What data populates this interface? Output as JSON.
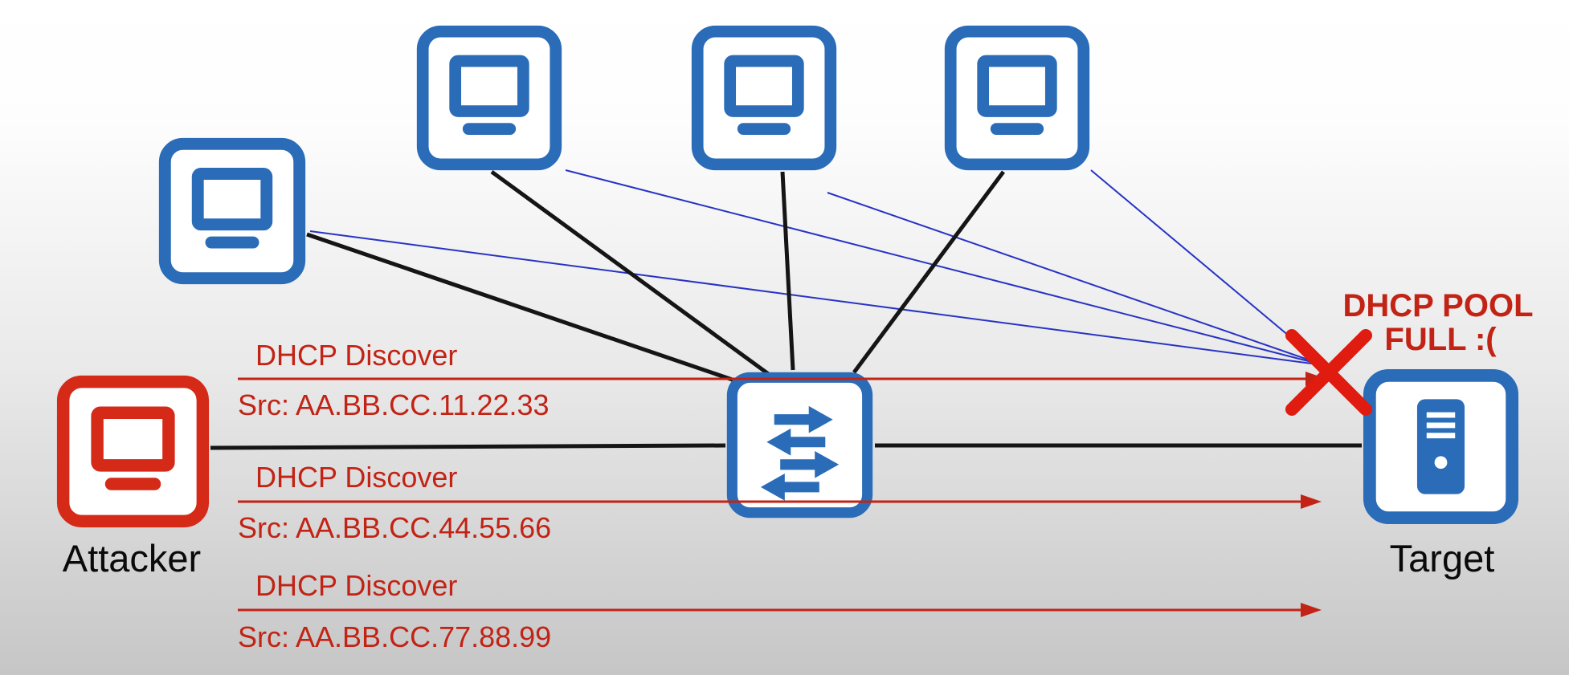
{
  "diagram": {
    "attacker_label": "Attacker",
    "target_label": "Target",
    "pool_status_line1": "DHCP POOL",
    "pool_status_line2": "FULL :(",
    "packets": [
      {
        "title": "DHCP Discover",
        "src": "Src: AA.BB.CC.11.22.33"
      },
      {
        "title": "DHCP Discover",
        "src": "Src: AA.BB.CC.44.55.66"
      },
      {
        "title": "DHCP Discover",
        "src": "Src: AA.BB.CC.77.88.99"
      }
    ],
    "nodes": [
      {
        "name": "client-pc-1",
        "type": "computer",
        "color": "#2a6cb8"
      },
      {
        "name": "client-pc-2",
        "type": "computer",
        "color": "#2a6cb8"
      },
      {
        "name": "client-pc-3",
        "type": "computer",
        "color": "#2a6cb8"
      },
      {
        "name": "client-pc-4",
        "type": "computer",
        "color": "#2a6cb8"
      },
      {
        "name": "attacker",
        "type": "computer",
        "color": "#d42a17",
        "label": "Attacker"
      },
      {
        "name": "switch",
        "type": "switch",
        "color": "#2a6cb8"
      },
      {
        "name": "target-server",
        "type": "server",
        "color": "#2a6cb8",
        "label": "Target"
      }
    ],
    "colors": {
      "device_blue": "#2a6cb8",
      "request_blue": "#2833c4",
      "attack_red": "#c22315",
      "rejected_x_red": "#e01b10",
      "link_black": "#151515"
    }
  }
}
